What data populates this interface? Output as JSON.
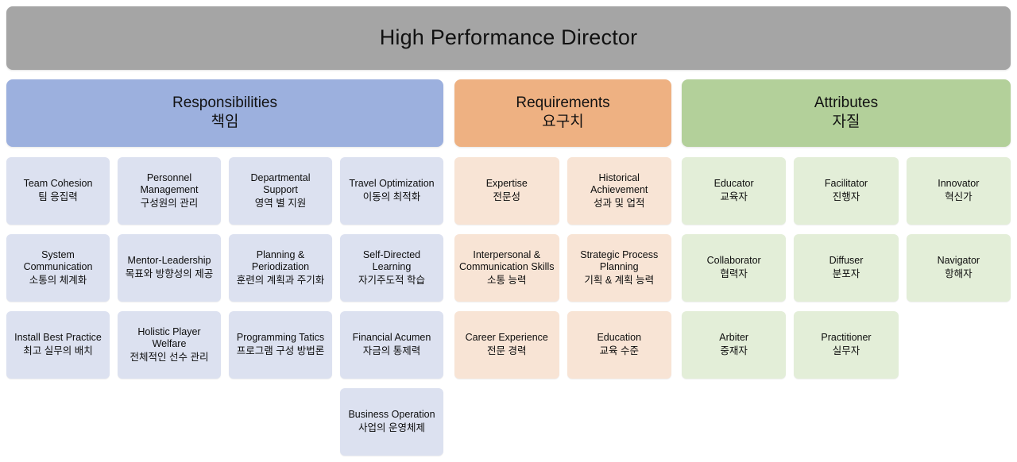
{
  "title": {
    "text": "High Performance Director",
    "background_color": "#a5a5a5"
  },
  "sections": [
    {
      "id": "responsibilities",
      "title_en": "Responsibilities",
      "title_ko": "책임",
      "header_color": "#9cb0de",
      "card_color": "#dce1f0",
      "rows": [
        [
          {
            "en": "Team Cohesion",
            "ko": "팀 응집력"
          },
          {
            "en": "Personnel Management",
            "ko": "구성원의 관리"
          },
          {
            "en": "Departmental Support",
            "ko": "영역 별 지원"
          },
          {
            "en": "Travel Optimization",
            "ko": "이동의 최적화"
          }
        ],
        [
          {
            "en": "System Communication",
            "ko": "소통의 체계화"
          },
          {
            "en": "Mentor-Leadership",
            "ko": "목표와 방향성의 제공"
          },
          {
            "en": "Planning & Periodization",
            "ko": "훈련의 계획과 주기화"
          },
          {
            "en": "Self-Directed Learning",
            "ko": "자기주도적 학습"
          }
        ],
        [
          {
            "en": "Install Best Practice",
            "ko": "최고 실무의 배치"
          },
          {
            "en": "Holistic Player Welfare",
            "ko": "전체적인 선수 관리"
          },
          {
            "en": "Programming Tatics",
            "ko": "프로그램 구성 방법론"
          },
          {
            "en": "Financial Acumen",
            "ko": "자금의 통제력"
          }
        ],
        [
          {
            "en": "Business Operation",
            "ko": "사업의 운영체제"
          }
        ]
      ]
    },
    {
      "id": "requirements",
      "title_en": "Requirements",
      "title_ko": "요구치",
      "header_color": "#eeb182",
      "card_color": "#f8e4d5",
      "rows": [
        [
          {
            "en": "Expertise",
            "ko": "전문성"
          },
          {
            "en": "Historical Achievement",
            "ko": "성과 및 업적"
          }
        ],
        [
          {
            "en": "Interpersonal & Communication Skills",
            "ko": "소통 능력"
          },
          {
            "en": "Strategic Process Planning",
            "ko": "기획 & 계획 능력"
          }
        ],
        [
          {
            "en": "Career Experience",
            "ko": "전문 경력"
          },
          {
            "en": "Education",
            "ko": "교육 수준"
          }
        ]
      ]
    },
    {
      "id": "attributes",
      "title_en": "Attributes",
      "title_ko": "자질",
      "header_color": "#b3d09a",
      "card_color": "#e3eed8",
      "rows": [
        [
          {
            "en": "Educator",
            "ko": "교육자"
          },
          {
            "en": "Facilitator",
            "ko": "진행자"
          },
          {
            "en": "Innovator",
            "ko": "혁신가"
          }
        ],
        [
          {
            "en": "Collaborator",
            "ko": "협력자"
          },
          {
            "en": "Diffuser",
            "ko": "분포자"
          },
          {
            "en": "Navigator",
            "ko": "항해자"
          }
        ],
        [
          {
            "en": "Arbiter",
            "ko": "중재자"
          },
          {
            "en": "Practitioner",
            "ko": "실무자"
          }
        ]
      ]
    }
  ]
}
